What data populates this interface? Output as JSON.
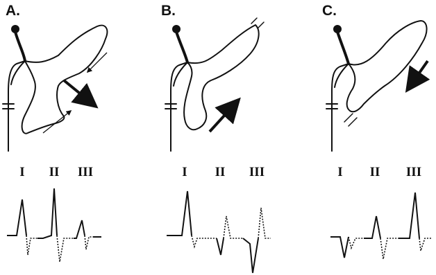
{
  "panels": [
    {
      "label": "A.",
      "roman": [
        "I",
        "II",
        "III"
      ]
    },
    {
      "label": "B.",
      "roman": [
        "I",
        "II",
        "III"
      ]
    },
    {
      "label": "C.",
      "roman": [
        "I",
        "II",
        "III"
      ]
    }
  ],
  "colors": {
    "ink": "#111111",
    "background": "#ffffff"
  }
}
